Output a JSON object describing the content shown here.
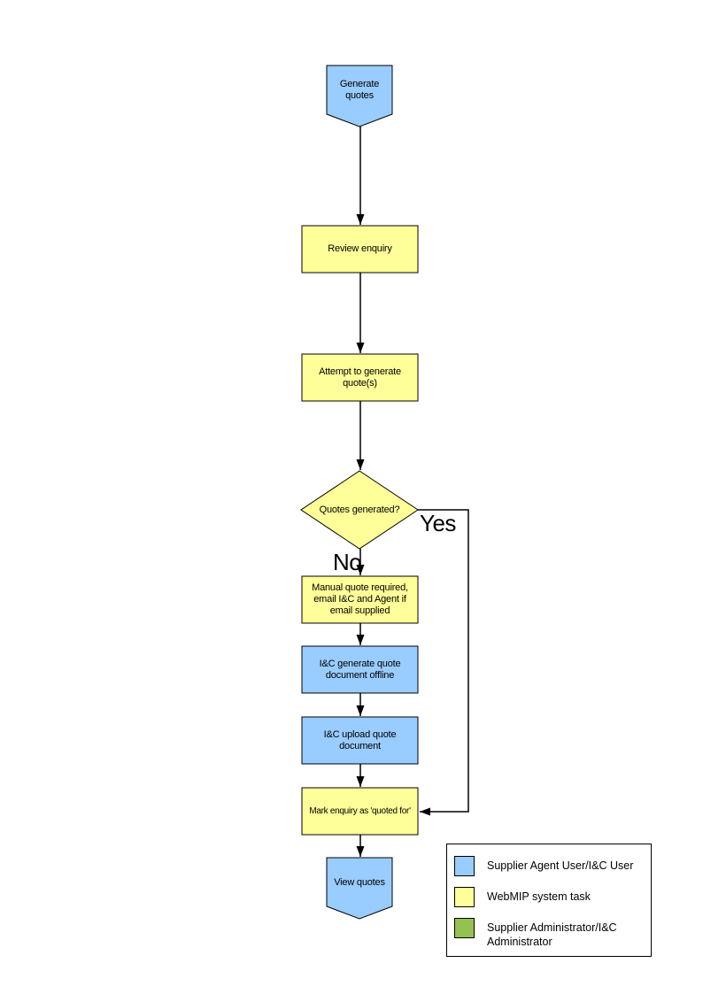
{
  "diagram": {
    "nodes": {
      "start": "Generate quotes",
      "review": "Review enquiry",
      "attempt": "Attempt to generate quote(s)",
      "decision": "Quotes generated?",
      "manual": "Manual quote required, email I&C and Agent if email supplied",
      "offline": "I&C generate quote document offline",
      "upload": "I&C upload quote document",
      "mark": "Mark enquiry as 'quoted for'",
      "end": "View quotes"
    },
    "branches": {
      "yes": "Yes",
      "no": "No"
    },
    "colors": {
      "blue": "#99CCFF",
      "yellow": "#FFFF99",
      "green": "#94C14F",
      "border": "#000000",
      "background": "#FFFFFF"
    },
    "legend": {
      "items": [
        {
          "label": "Supplier Agent User/I&C User"
        },
        {
          "label": "WebMIP system task"
        },
        {
          "label": "Supplier Administrator/I&C Administrator"
        }
      ]
    }
  }
}
